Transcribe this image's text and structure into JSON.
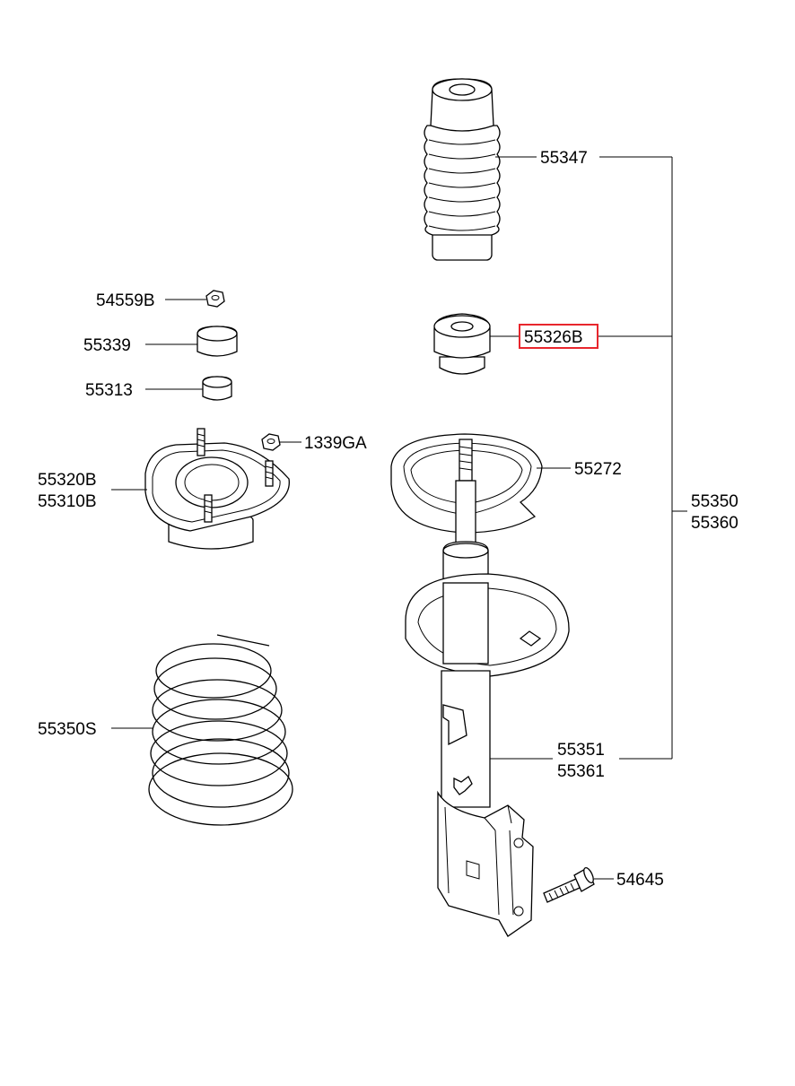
{
  "highlight_color": "#e8262d",
  "labels": {
    "p55347": "55347",
    "p54559B": "54559B",
    "p55339": "55339",
    "p55326B": "55326B",
    "p55313": "55313",
    "p1339GA": "1339GA",
    "p55272": "55272",
    "p55320B": "55320B",
    "p55310B": "55310B",
    "p55350": "55350",
    "p55360": "55360",
    "p55351": "55351",
    "p55361": "55361",
    "p55350S": "55350S",
    "p54645": "54645"
  },
  "highlighted_part": "55326B"
}
